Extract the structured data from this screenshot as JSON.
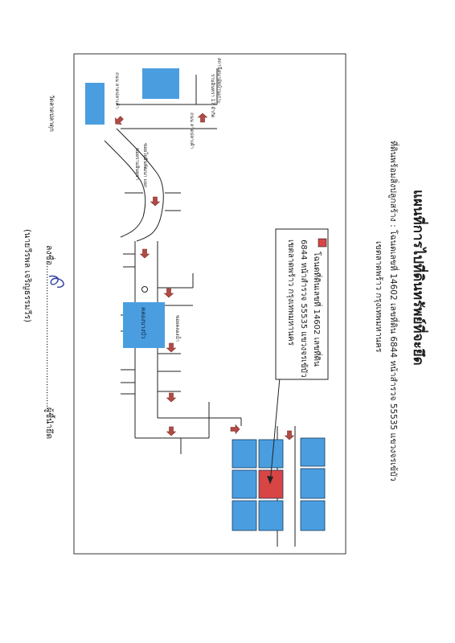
{
  "document": {
    "title": "แผนที่การไปที่ดินทรัพย์ที่จะยึด",
    "subtitle_line1": "ที่ดินพร้อมสิ่งปลูกสร้าง : โฉนดเลขที่ 14602 เลขที่ดิน 6844 หน้าสำรวจ 55535 แขวงจรเข้บัว",
    "subtitle_line2": "เขตลาดพร้าว กรุงเทพมหานคร"
  },
  "map": {
    "legend": {
      "line1": "โฉนดที่ดินเลขที่ 14602 เลขที่ดิน",
      "line2": "6844 หน้าสำรวจ 55535 แขวงจรเข้บัว",
      "line3": "เขตลาดพร้าว กรุงเทพมหานคร",
      "marker_color": "#d84545"
    },
    "labels": {
      "temple": "วัดลาดปลาดุก",
      "school_line1": "สถานีอนามัยบ้านเกาะ",
      "school_line2": "รามอินทรา 17 จำกัด",
      "road_left": "ถนน ลาดปลาเค้า",
      "road_right": "ถนน ลาดปลาเค้า",
      "soi_line1": "ซอยโยธินพัฒนา แยก",
      "soi_line2": "ซอยรามอินทรา",
      "canal_label": "คลองบางบัว",
      "canal_side": "ซอยคลองน้ำ"
    },
    "colors": {
      "building": "#4a9ee0",
      "target": "#d84545",
      "arrow": "#b24a45",
      "road": "#222222"
    }
  },
  "signature": {
    "sign_line": "ลงชื่อ.....................................................ผู้ชี้นำยึด",
    "name_line": "(นายวีรพล เจริญธรรมวีร)"
  }
}
